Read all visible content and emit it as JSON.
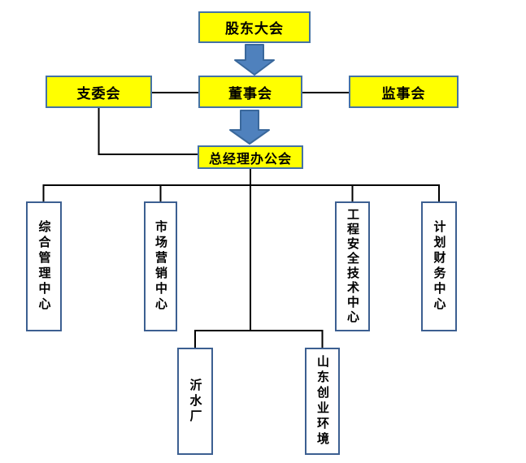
{
  "diagram_type": "org-chart-flowchart",
  "org": {
    "level1": {
      "shareholders_meeting": "股东大会"
    },
    "level2": {
      "branch_committee": "支委会",
      "board_of_directors": "董事会",
      "supervisory_board": "监事会"
    },
    "level3": {
      "gm_office_meeting": "总经理办公会"
    },
    "level4": {
      "general_management_center": "综合管理中心",
      "marketing_center": "市场营销中心",
      "engineering_safety_tech_center": "工程安全技术中心",
      "planning_finance_center": "计划财务中心"
    },
    "level5": {
      "yishui_plant": "沂水厂",
      "shandong_chuangye_environment": "山东创业环境"
    }
  },
  "edges": [
    {
      "from": "股东大会",
      "to": "董事会",
      "type": "block-arrow"
    },
    {
      "from": "支委会",
      "to": "董事会",
      "type": "line"
    },
    {
      "from": "董事会",
      "to": "监事会",
      "type": "line"
    },
    {
      "from": "支委会",
      "to": "总经理办公会",
      "type": "line"
    },
    {
      "from": "董事会",
      "to": "总经理办公会",
      "type": "block-arrow"
    },
    {
      "from": "总经理办公会",
      "to": "综合管理中心",
      "type": "line"
    },
    {
      "from": "总经理办公会",
      "to": "市场营销中心",
      "type": "line"
    },
    {
      "from": "总经理办公会",
      "to": "工程安全技术中心",
      "type": "line"
    },
    {
      "from": "总经理办公会",
      "to": "计划财务中心",
      "type": "line"
    },
    {
      "from": "总经理办公会",
      "to": "沂水厂",
      "type": "line"
    },
    {
      "from": "总经理办公会",
      "to": "山东创业环境",
      "type": "line"
    }
  ],
  "colors": {
    "node_fill": "#ffff00",
    "node_border": "#4472a4",
    "vertical_node_fill": "#ffffff",
    "vertical_node_border": "#3c5f91",
    "arrow_fill": "#4f81bd",
    "arrow_border": "#3a689b",
    "connector_line": "#000000",
    "text": "#000000",
    "background": "#ffffff"
  }
}
